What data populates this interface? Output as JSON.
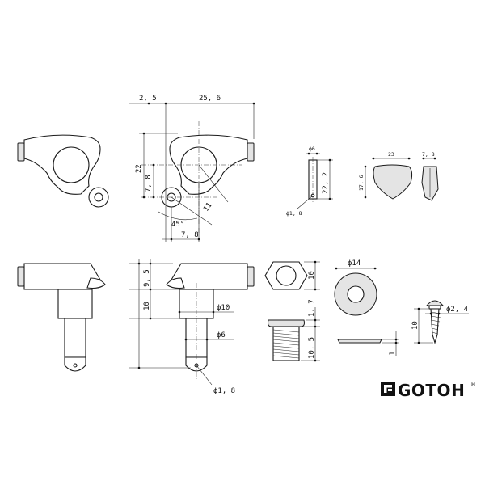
{
  "dims": {
    "top_offset": "2, 5",
    "top_length": "25, 6",
    "height_22": "22",
    "hole_offset": "7, 8",
    "dia_11": "11",
    "angle": "45°",
    "bottom_78": "7, 8",
    "pin_dia": "ϕ6",
    "pin_len": "22, 2",
    "pin_hole": "ϕ1, 8",
    "button_w": "23",
    "button_h": "17, 6",
    "button_t": "7, 8",
    "side_95": "9, 5",
    "side_10": "10",
    "shaft_10": "ϕ10",
    "shaft_6": "ϕ6",
    "side_hole": "ϕ1, 8",
    "nut_h": "10",
    "washer_dia": "ϕ14",
    "bush_17": "1, 7",
    "bush_105": "10, 5",
    "washer_t": "1",
    "screw_len": "10",
    "screw_dia": "ϕ2, 4"
  },
  "logo": {
    "text": "GOTOH",
    "mark": "®"
  }
}
